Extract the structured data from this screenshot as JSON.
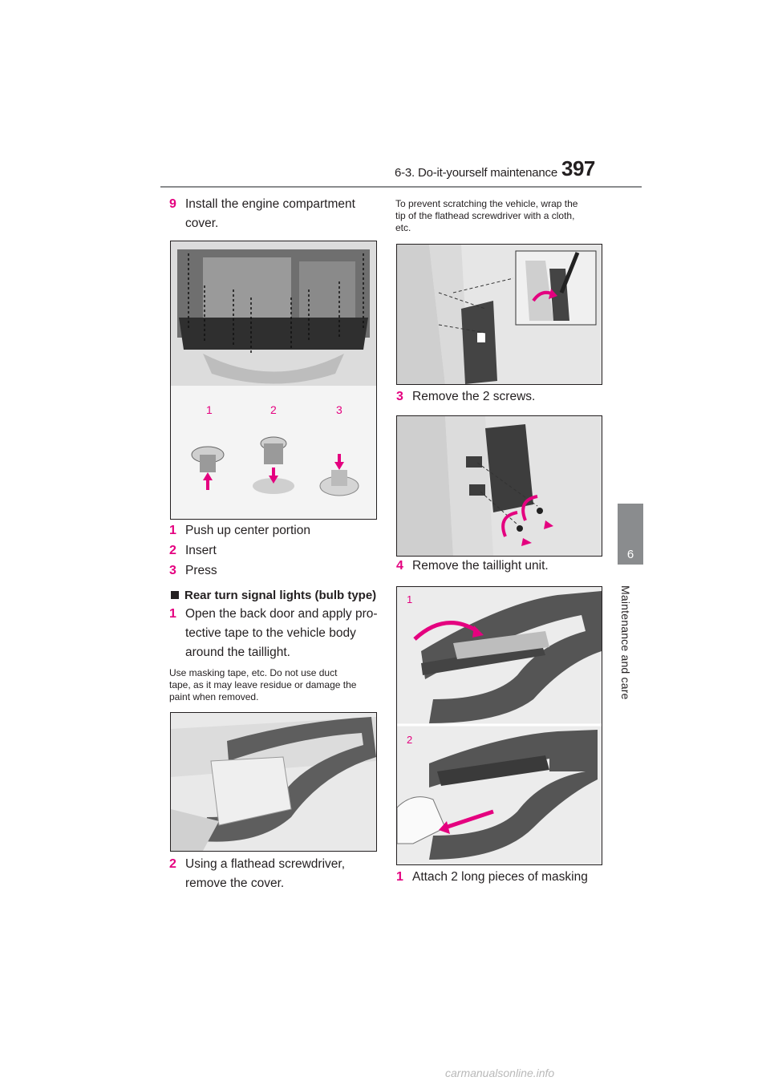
{
  "header": {
    "section": "6-3. Do-it-yourself maintenance",
    "page_number": "397"
  },
  "side_tab": {
    "chapter_number": "6",
    "chapter_title": "Maintenance and care"
  },
  "left_column": {
    "step9": {
      "num": "9",
      "text_line1": "Install the engine compartment",
      "text_line2": "cover."
    },
    "figure1_labels": [
      "1",
      "2",
      "3"
    ],
    "legend": [
      {
        "num": "1",
        "text": "Push up center portion"
      },
      {
        "num": "2",
        "text": "Insert"
      },
      {
        "num": "3",
        "text": "Press"
      }
    ],
    "section_heading": "Rear turn signal lights (bulb type)",
    "step1": {
      "num": "1",
      "line1": "Open the back door and apply pro-",
      "line2": "tective tape to the vehicle body",
      "line3": "around the taillight."
    },
    "note1": {
      "line1": "Use masking tape, etc. Do not use duct",
      "line2": "tape, as it may leave residue or damage the",
      "line3": "paint when removed."
    },
    "step2": {
      "num": "2",
      "line1": "Using a flathead screwdriver,",
      "line2": "remove the cover."
    }
  },
  "right_column": {
    "note2": {
      "line1": "To prevent scratching the vehicle, wrap the",
      "line2": "tip of the flathead screwdriver with a cloth,",
      "line3": "etc."
    },
    "step3": {
      "num": "3",
      "text": "Remove the 2 screws."
    },
    "step4": {
      "num": "4",
      "text": "Remove the taillight unit."
    },
    "figure5_labels": [
      "1",
      "2"
    ],
    "substep1": {
      "num": "1",
      "text": "Attach 2 long pieces of masking"
    }
  },
  "footer": {
    "url": "carmanualsonline.info"
  },
  "colors": {
    "accent": "#e4007f",
    "rule_gray": "#8a8c8e",
    "text": "#231f20"
  }
}
